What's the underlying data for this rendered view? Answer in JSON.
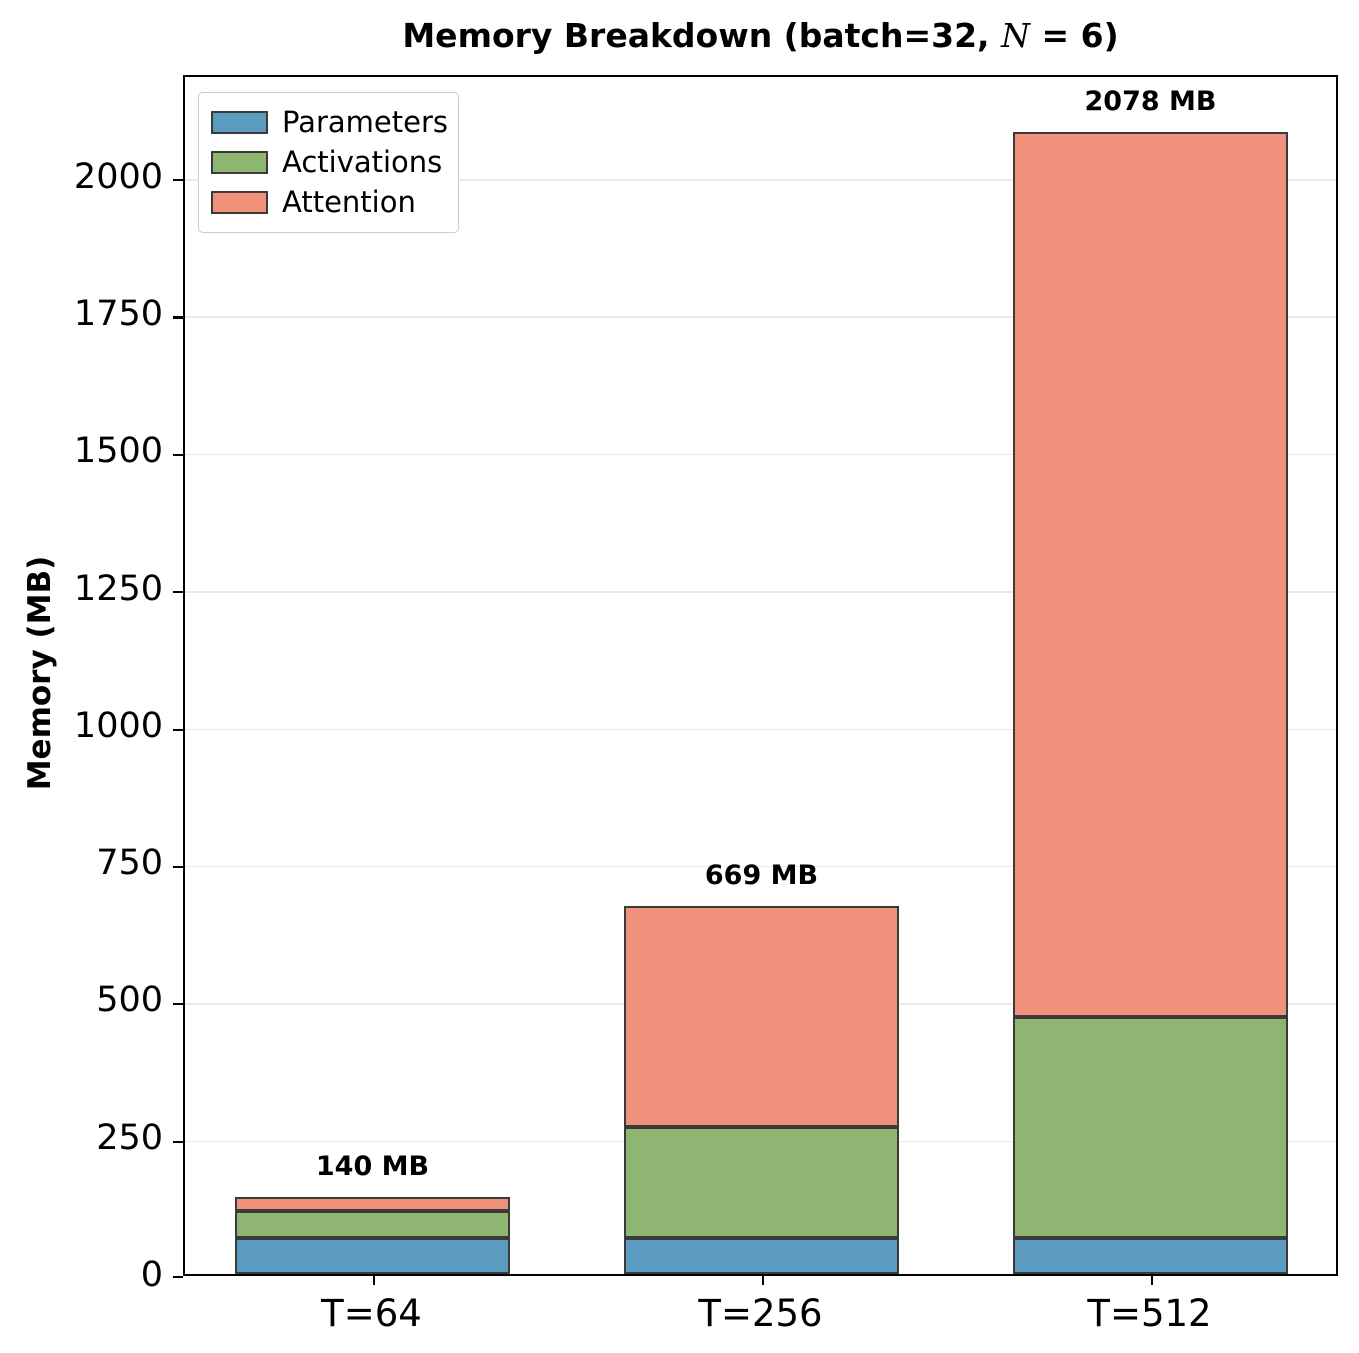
{
  "chart_data": {
    "type": "bar",
    "subtype": "stacked-vertical",
    "title": "Memory Breakdown (batch=32, N = 6)",
    "title_plain": "Memory Breakdown (batch=32,",
    "title_math_var": "N",
    "title_math_rest": "= 6)",
    "xlabel": "",
    "ylabel": "Memory (MB)",
    "categories": [
      "T=64",
      "T=256",
      "T=512"
    ],
    "series": [
      {
        "name": "Parameters",
        "color": "#5c9bc0",
        "values": [
          65,
          65,
          65
        ]
      },
      {
        "name": "Activations",
        "color": "#8fb573",
        "values": [
          50,
          203,
          403
        ]
      },
      {
        "name": "Attention",
        "color": "#f0917b",
        "values": [
          25,
          401,
          1610
        ]
      }
    ],
    "totals": [
      140,
      669,
      2078
    ],
    "total_labels": [
      "140 MB",
      "669 MB",
      "2078 MB"
    ],
    "ylim": [
      0,
      2180
    ],
    "yticks": [
      0,
      250,
      500,
      750,
      1000,
      1250,
      1500,
      1750,
      2000
    ],
    "ytick_labels": [
      "0",
      "250",
      "500",
      "750",
      "1000",
      "1250",
      "1500",
      "1750",
      "2000"
    ],
    "grid": "horizontal",
    "grid_color": "#e9e9e9",
    "legend_position": "upper left",
    "legend_entries": [
      "Parameters",
      "Activations",
      "Attention"
    ],
    "bar_edge_color": "#3a3a3a",
    "background": "#ffffff"
  }
}
